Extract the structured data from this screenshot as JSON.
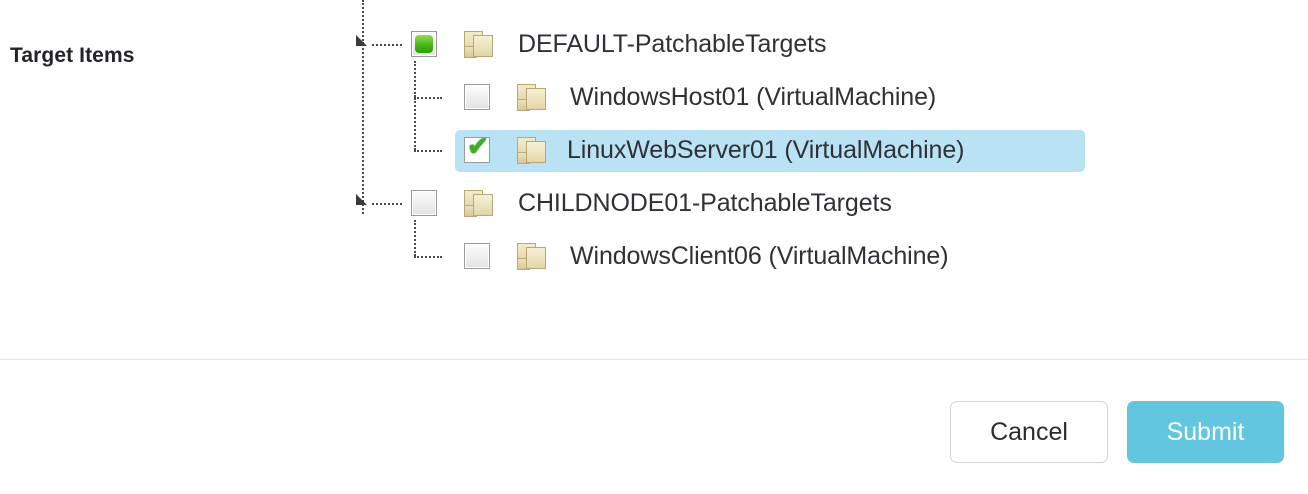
{
  "form": {
    "label": "Target Items"
  },
  "tree": {
    "nodes": [
      {
        "label": "DEFAULT-PatchableTargets",
        "check_state": "partial",
        "level": 0,
        "selected": false,
        "icon": "folder-icon",
        "handle": "collapse-triangle-icon"
      },
      {
        "label": "WindowsHost01 (VirtualMachine)",
        "check_state": "unchecked",
        "level": 1,
        "selected": false,
        "icon": "folder-icon",
        "handle": "none"
      },
      {
        "label": "LinuxWebServer01 (VirtualMachine)",
        "check_state": "checked",
        "level": 1,
        "selected": true,
        "icon": "folder-icon",
        "handle": "none"
      },
      {
        "label": "CHILDNODE01-PatchableTargets",
        "check_state": "unchecked",
        "level": 0,
        "selected": false,
        "icon": "folder-icon",
        "handle": "collapse-triangle-icon"
      },
      {
        "label": "WindowsClient06 (VirtualMachine)",
        "check_state": "unchecked",
        "level": 1,
        "selected": false,
        "icon": "folder-icon",
        "handle": "none"
      }
    ]
  },
  "footer": {
    "cancel_label": "Cancel",
    "submit_label": "Submit"
  },
  "colors": {
    "submit_background": "#63c6e0",
    "selected_row": "#b9e3f5",
    "checkbox_green": "#49b81a",
    "checkmark_green": "#3fae27",
    "divider": "#e4e4e4",
    "text": "#2f3136"
  }
}
